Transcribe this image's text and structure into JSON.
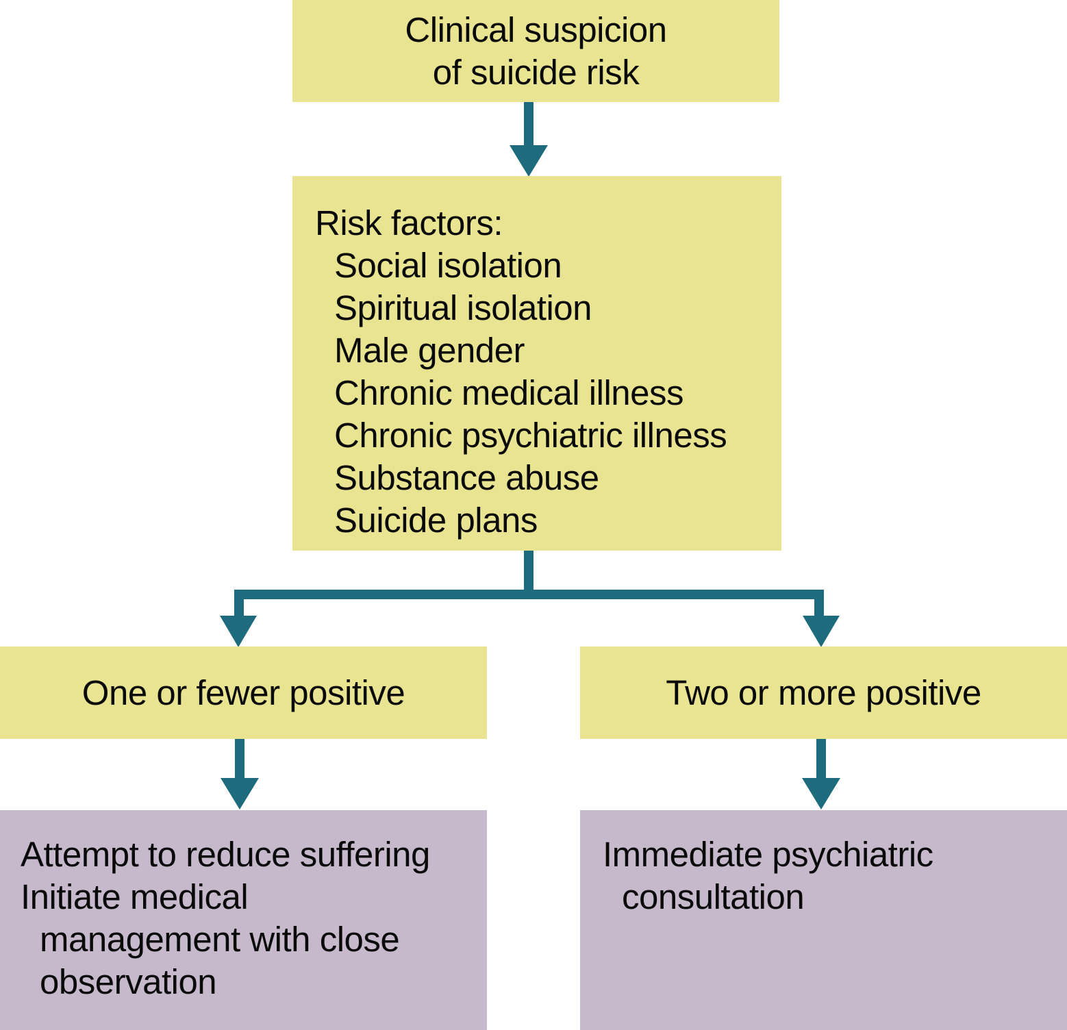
{
  "colors": {
    "box_yellow": "#e9e492",
    "box_purple": "#c5b9cb",
    "arrow_teal": "#1d6b7d",
    "text": "#0a0a0a",
    "background": "#ffffff"
  },
  "flowchart": {
    "start": {
      "lines": [
        "Clinical suspicion",
        "of suicide risk"
      ]
    },
    "risk_factors": {
      "heading": "Risk factors:",
      "items": [
        "Social isolation",
        "Spiritual isolation",
        "Male gender",
        "Chronic medical illness",
        "Chronic psychiatric illness",
        "Substance abuse",
        "Suicide plans"
      ]
    },
    "branch_left": {
      "label": "One or fewer positive"
    },
    "branch_right": {
      "label": "Two or more positive"
    },
    "outcome_left": {
      "lines": [
        "Attempt to reduce suffering",
        "Initiate medical",
        "management with close",
        "observation"
      ]
    },
    "outcome_right": {
      "lines": [
        "Immediate psychiatric",
        "consultation"
      ]
    }
  }
}
